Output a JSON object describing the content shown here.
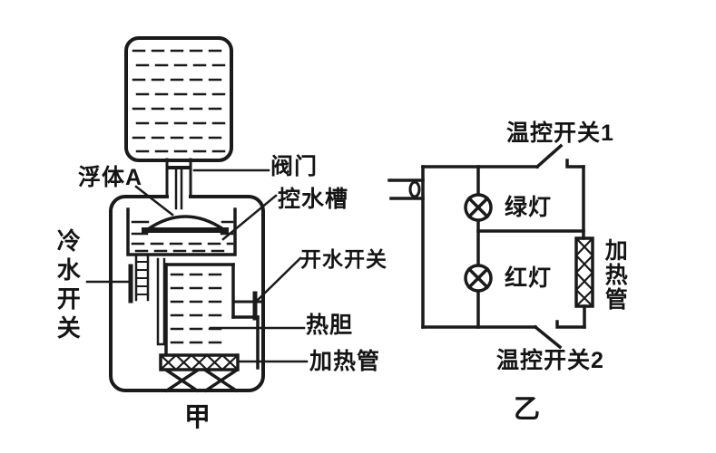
{
  "figure_jia": {
    "caption": "甲",
    "labels": {
      "float_a": "浮体A",
      "valve": "阀门",
      "water_control_tank": "控水槽",
      "cold_water_switch": "冷水开关",
      "boiling_water_switch": "开水开关",
      "inner_tank": "热胆",
      "heating_tube": "加热管"
    }
  },
  "figure_yi": {
    "caption": "乙",
    "labels": {
      "thermo_switch_1": "温控开关1",
      "green_lamp": "绿灯",
      "red_lamp": "红灯",
      "heating_tube": "加热管",
      "thermo_switch_2": "温控开关2"
    }
  },
  "colors": {
    "ink": "#1a1a1a",
    "background": "#ffffff"
  }
}
